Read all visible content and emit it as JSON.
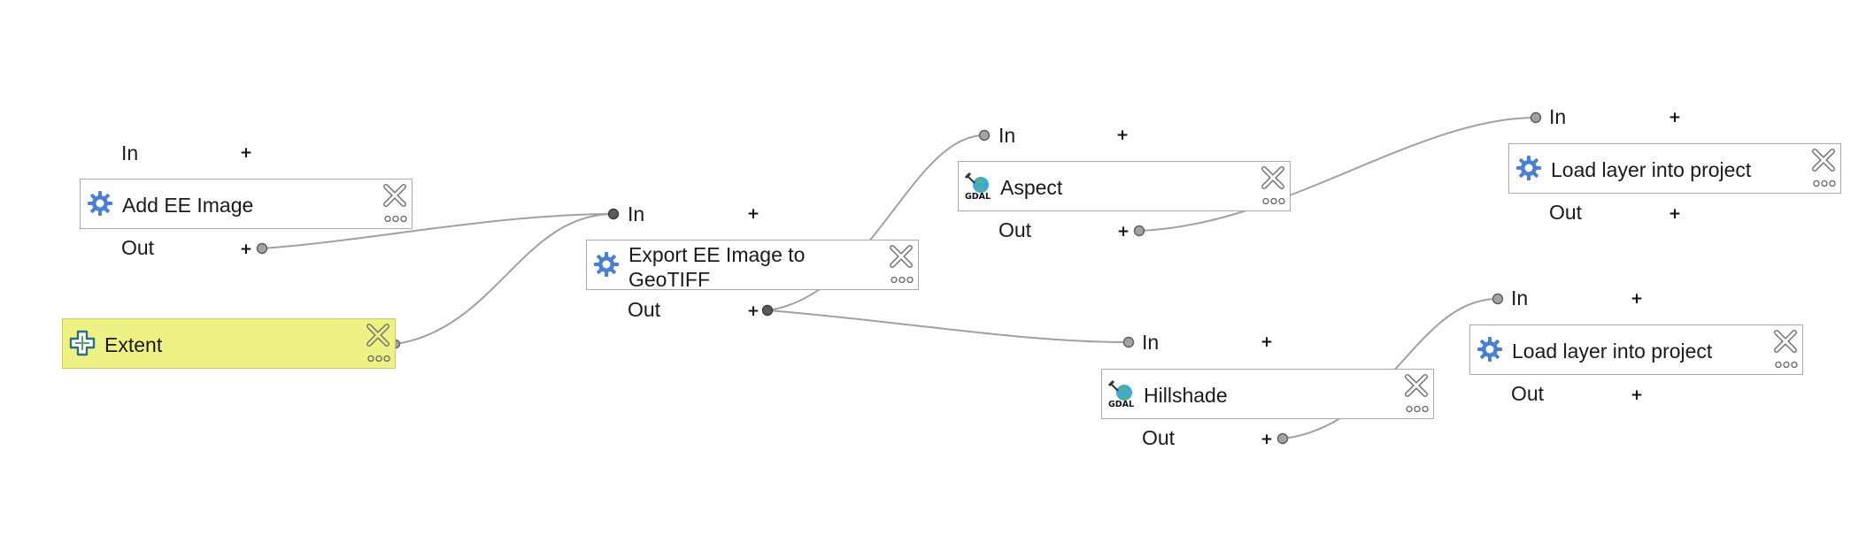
{
  "model": {
    "nodes": {
      "add_ee_image": {
        "title": "Add EE Image",
        "in_label": "In",
        "out_label": "Out",
        "icon": "gear-icon"
      },
      "extent": {
        "title": "Extent",
        "icon": "plus-cross-icon",
        "is_input_parameter": true
      },
      "export_ee_image": {
        "title": "Export EE Image to\nGeoTIFF",
        "in_label": "In",
        "out_label": "Out",
        "icon": "gear-icon"
      },
      "aspect": {
        "title": "Aspect",
        "in_label": "In",
        "out_label": "Out",
        "icon": "gdal-icon"
      },
      "hillshade": {
        "title": "Hillshade",
        "in_label": "In",
        "out_label": "Out",
        "icon": "gdal-icon"
      },
      "load_layer_top": {
        "title": "Load layer into project",
        "in_label": "In",
        "out_label": "Out",
        "icon": "gear-icon"
      },
      "load_layer_bottom": {
        "title": "Load layer into project",
        "in_label": "In",
        "out_label": "Out",
        "icon": "gear-icon"
      }
    },
    "expand_symbol": "+",
    "colors": {
      "input_parameter_fill": "#eef184",
      "node_border": "#a9a9a9",
      "connection": "#a0a0a0",
      "gear_icon": "#4a7fd4"
    }
  }
}
